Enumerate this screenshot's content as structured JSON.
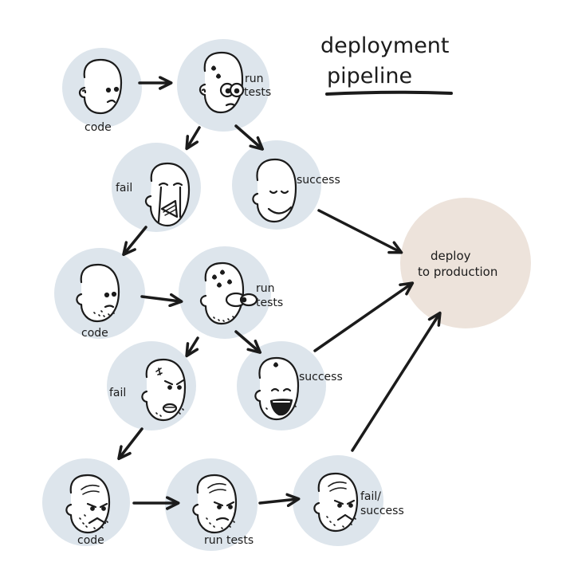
{
  "title": {
    "line1": "deployment",
    "line2": "pipeline"
  },
  "colors": {
    "stage_fill": "#dde5ec",
    "deploy_fill": "#ede3db",
    "ink": "#1b1b1b",
    "background": "#ffffff"
  },
  "nodes": {
    "code_1": {
      "label": "code",
      "face": "happy-face-icon"
    },
    "run_tests_1": {
      "label_a": "run",
      "label_b": "tests",
      "face": "nervous-face-icon"
    },
    "fail_1": {
      "label": "fail",
      "face": "crying-face-icon"
    },
    "success_1": {
      "label": "success",
      "face": "relieved-face-icon"
    },
    "code_2": {
      "label": "code",
      "face": "stubbled-face-icon"
    },
    "run_tests_2": {
      "label_a": "run",
      "label_b": "tests",
      "face": "sweating-face-icon"
    },
    "fail_2": {
      "label": "fail",
      "face": "angry-face-icon"
    },
    "success_2": {
      "label": "success",
      "face": "laughing-face-icon"
    },
    "code_3": {
      "label": "code",
      "face": "grumpy-face-icon"
    },
    "run_tests_3": {
      "label": "run tests",
      "face": "grumpy-face-icon"
    },
    "fail_success_3": {
      "label_a": "fail/",
      "label_b": "success",
      "face": "grumpy-face-icon"
    },
    "deploy": {
      "label_a": "deploy",
      "label_b": "to production"
    }
  }
}
